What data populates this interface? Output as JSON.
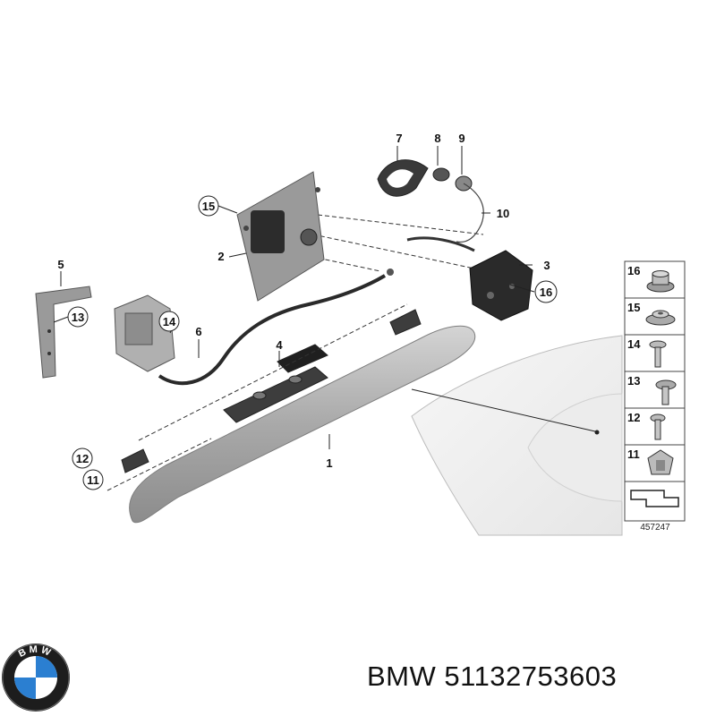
{
  "callouts": {
    "c1": "1",
    "c2": "2",
    "c3": "3",
    "c4": "4",
    "c5": "5",
    "c6": "6",
    "c7": "7",
    "c8": "8",
    "c9": "9",
    "c10": "10",
    "c11": "11",
    "c12": "12",
    "c13": "13",
    "c14": "14",
    "c15": "15",
    "c16": "16"
  },
  "legend": {
    "items": [
      "16",
      "15",
      "14",
      "13",
      "12",
      "11"
    ],
    "code": "457247"
  },
  "logo": {
    "letters": "BMW"
  },
  "caption": {
    "brand": "BMW",
    "part_number": "51132753603"
  }
}
